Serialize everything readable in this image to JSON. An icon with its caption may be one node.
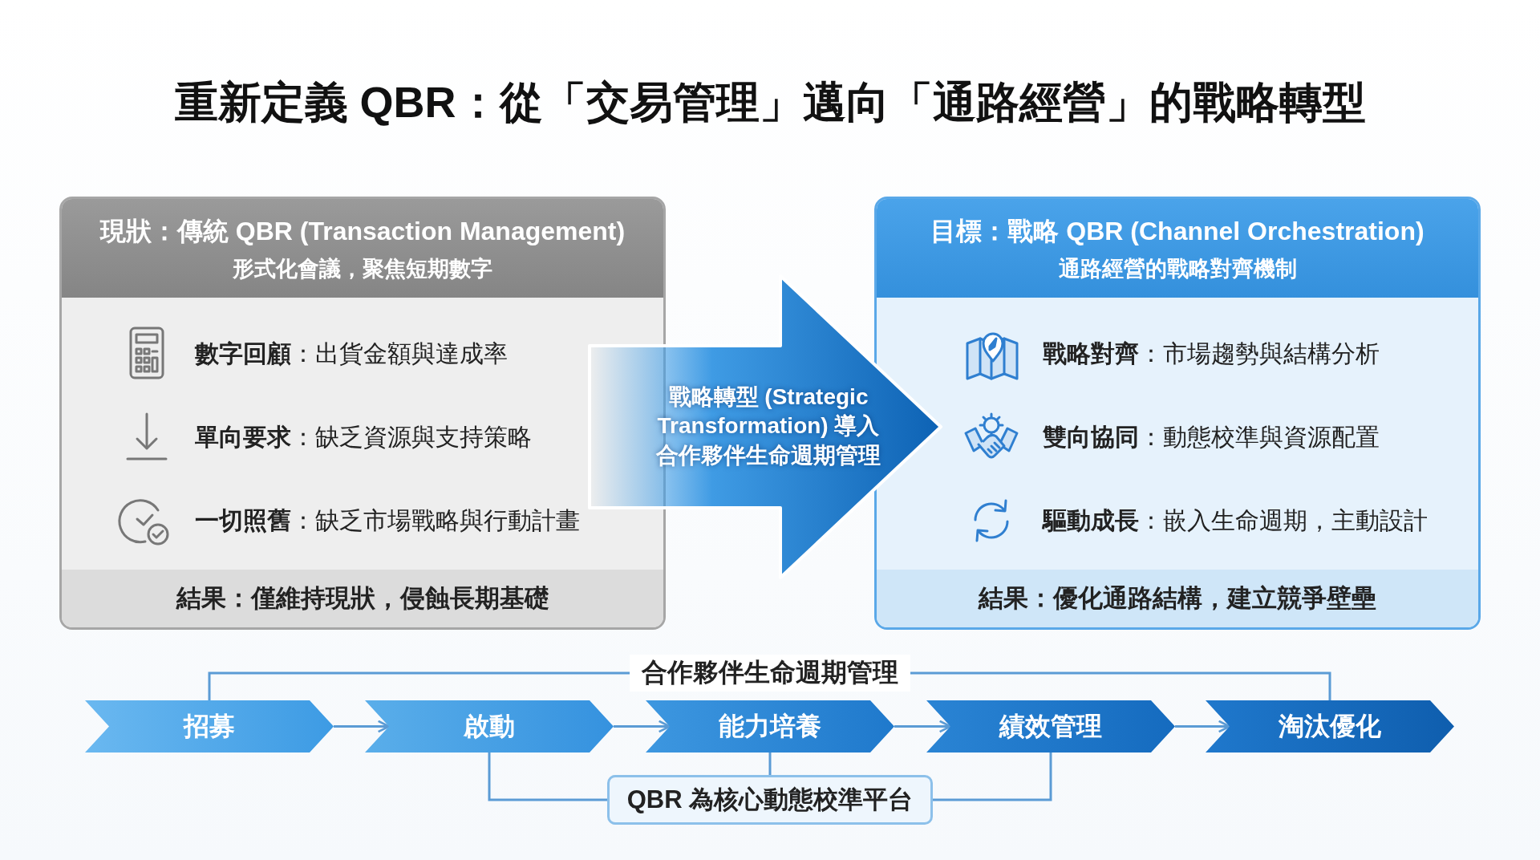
{
  "diagram": {
    "title": "重新定義 QBR：從「交易管理」邁向「通路經營」的戰略轉型",
    "nodes": [
      {
        "text": [
          "現狀：傳統 QBR (Transaction Management)",
          "形式化會議，聚焦短期數字",
          "**數字回顧**：出貨金額與達成率",
          "**單向要求**：缺乏資源與支持策略",
          "**一切照舊**：缺乏市場戰略與行動計畫",
          "結果：僅維持現狀，侵蝕長期基礎"
        ]
      },
      {
        "text": [
          "目標：戰略 QBR (Channel Orchestration)",
          "通路經營的戰略對齊機制",
          "**戰略對齊**：市場趨勢與結構分析",
          "**雙向協同**：動態校準與資源配置",
          "**驅動成長**：嵌入生命週期，主動設計",
          "結果：優化通路結構，建立競爭壁壘"
        ]
      },
      {
        "text": [
          "合作夥伴生命週期管理"
        ]
      },
      {
        "text": [
          "招募"
        ]
      },
      {
        "text": [
          "啟動"
        ]
      },
      {
        "text": [
          "能力培養"
        ]
      },
      {
        "text": [
          "績效管理"
        ]
      },
      {
        "text": [
          "淘汰優化"
        ]
      },
      {
        "text": [
          "QBR 為核心動態校準平台"
        ]
      }
    ],
    "edges": [
      {
        "from": 0,
        "to": 1,
        "arrow": "to",
        "style": "thick",
        "label": "戰略轉型 (Strategic Transformation) 導入合作夥伴生命週期管理"
      },
      {
        "from": 2,
        "to": 3,
        "arrow": "none"
      },
      {
        "from": 2,
        "to": 7,
        "arrow": "none"
      },
      {
        "from": 3,
        "to": 4,
        "arrow": "to"
      },
      {
        "from": 4,
        "to": 5,
        "arrow": "to"
      },
      {
        "from": 5,
        "to": 6,
        "arrow": "to"
      },
      {
        "from": 6,
        "to": 7,
        "arrow": "to"
      },
      {
        "from": 4,
        "to": 8,
        "arrow": "none"
      },
      {
        "from": 5,
        "to": 8,
        "arrow": "none"
      },
      {
        "from": 6,
        "to": 8,
        "arrow": "none"
      }
    ]
  }
}
